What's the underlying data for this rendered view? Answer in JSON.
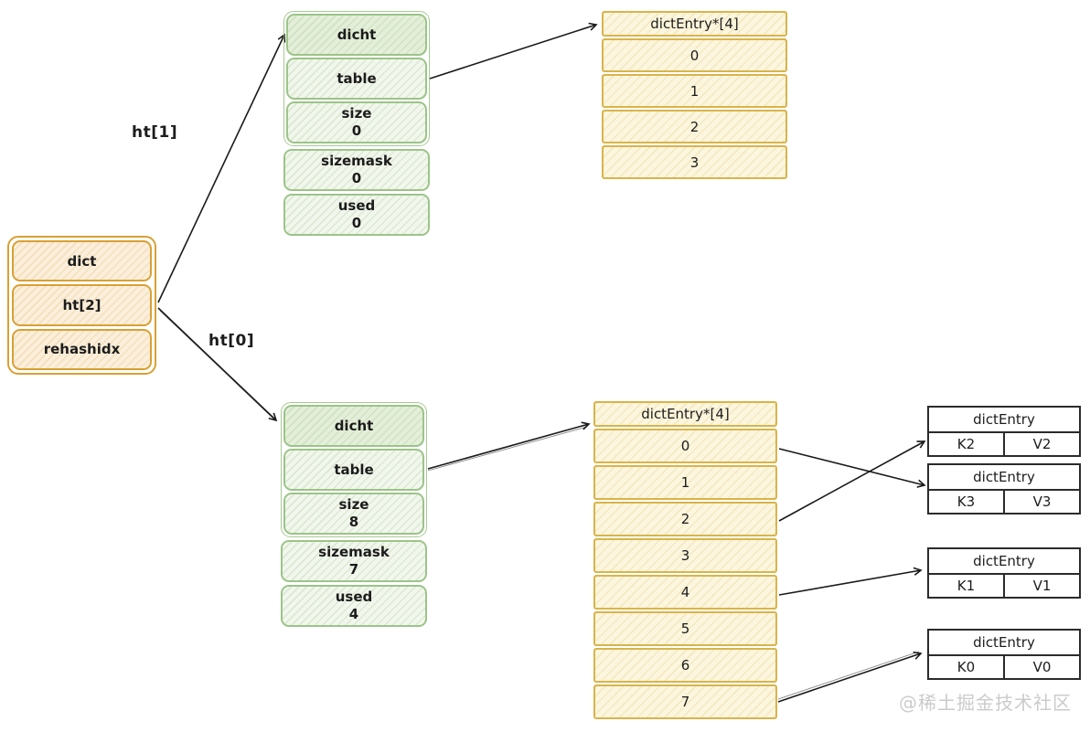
{
  "labels": {
    "ht1": "ht[1]",
    "ht0": "ht[0]"
  },
  "dict_box": {
    "rows": [
      "dict",
      "ht[2]",
      "rehashidx"
    ]
  },
  "hashtable_ht1": {
    "rows": [
      {
        "label": "dicht"
      },
      {
        "label": "table"
      },
      {
        "label": "size",
        "value": "0"
      },
      {
        "label": "sizemask",
        "value": "0"
      },
      {
        "label": "used",
        "value": "0"
      }
    ]
  },
  "hashtable_ht0": {
    "rows": [
      {
        "label": "dicht"
      },
      {
        "label": "table"
      },
      {
        "label": "size",
        "value": "8"
      },
      {
        "label": "sizemask",
        "value": "7"
      },
      {
        "label": "used",
        "value": "4"
      }
    ]
  },
  "entries_ht1": {
    "header": "dictEntry*[4]",
    "slots": [
      "0",
      "1",
      "2",
      "3"
    ]
  },
  "entries_ht0": {
    "header": "dictEntry*[4]",
    "slots": [
      "0",
      "1",
      "2",
      "3",
      "4",
      "5",
      "6",
      "7"
    ]
  },
  "dict_entries": [
    {
      "title": "dictEntry",
      "key": "K2",
      "val": "V2"
    },
    {
      "title": "dictEntry",
      "key": "K3",
      "val": "V3"
    },
    {
      "title": "dictEntry",
      "key": "K1",
      "val": "V1"
    },
    {
      "title": "dictEntry",
      "key": "K0",
      "val": "V0"
    }
  ],
  "watermark": "@稀土掘金技术社区",
  "colors": {
    "orange_border": "#D9A033",
    "green_border": "#9CC489",
    "yellow_border": "#D9B44A",
    "entry_border": "#2b2b2b",
    "arrow": "#1a1a1a",
    "watermark_gray": "#cbcbcb"
  }
}
